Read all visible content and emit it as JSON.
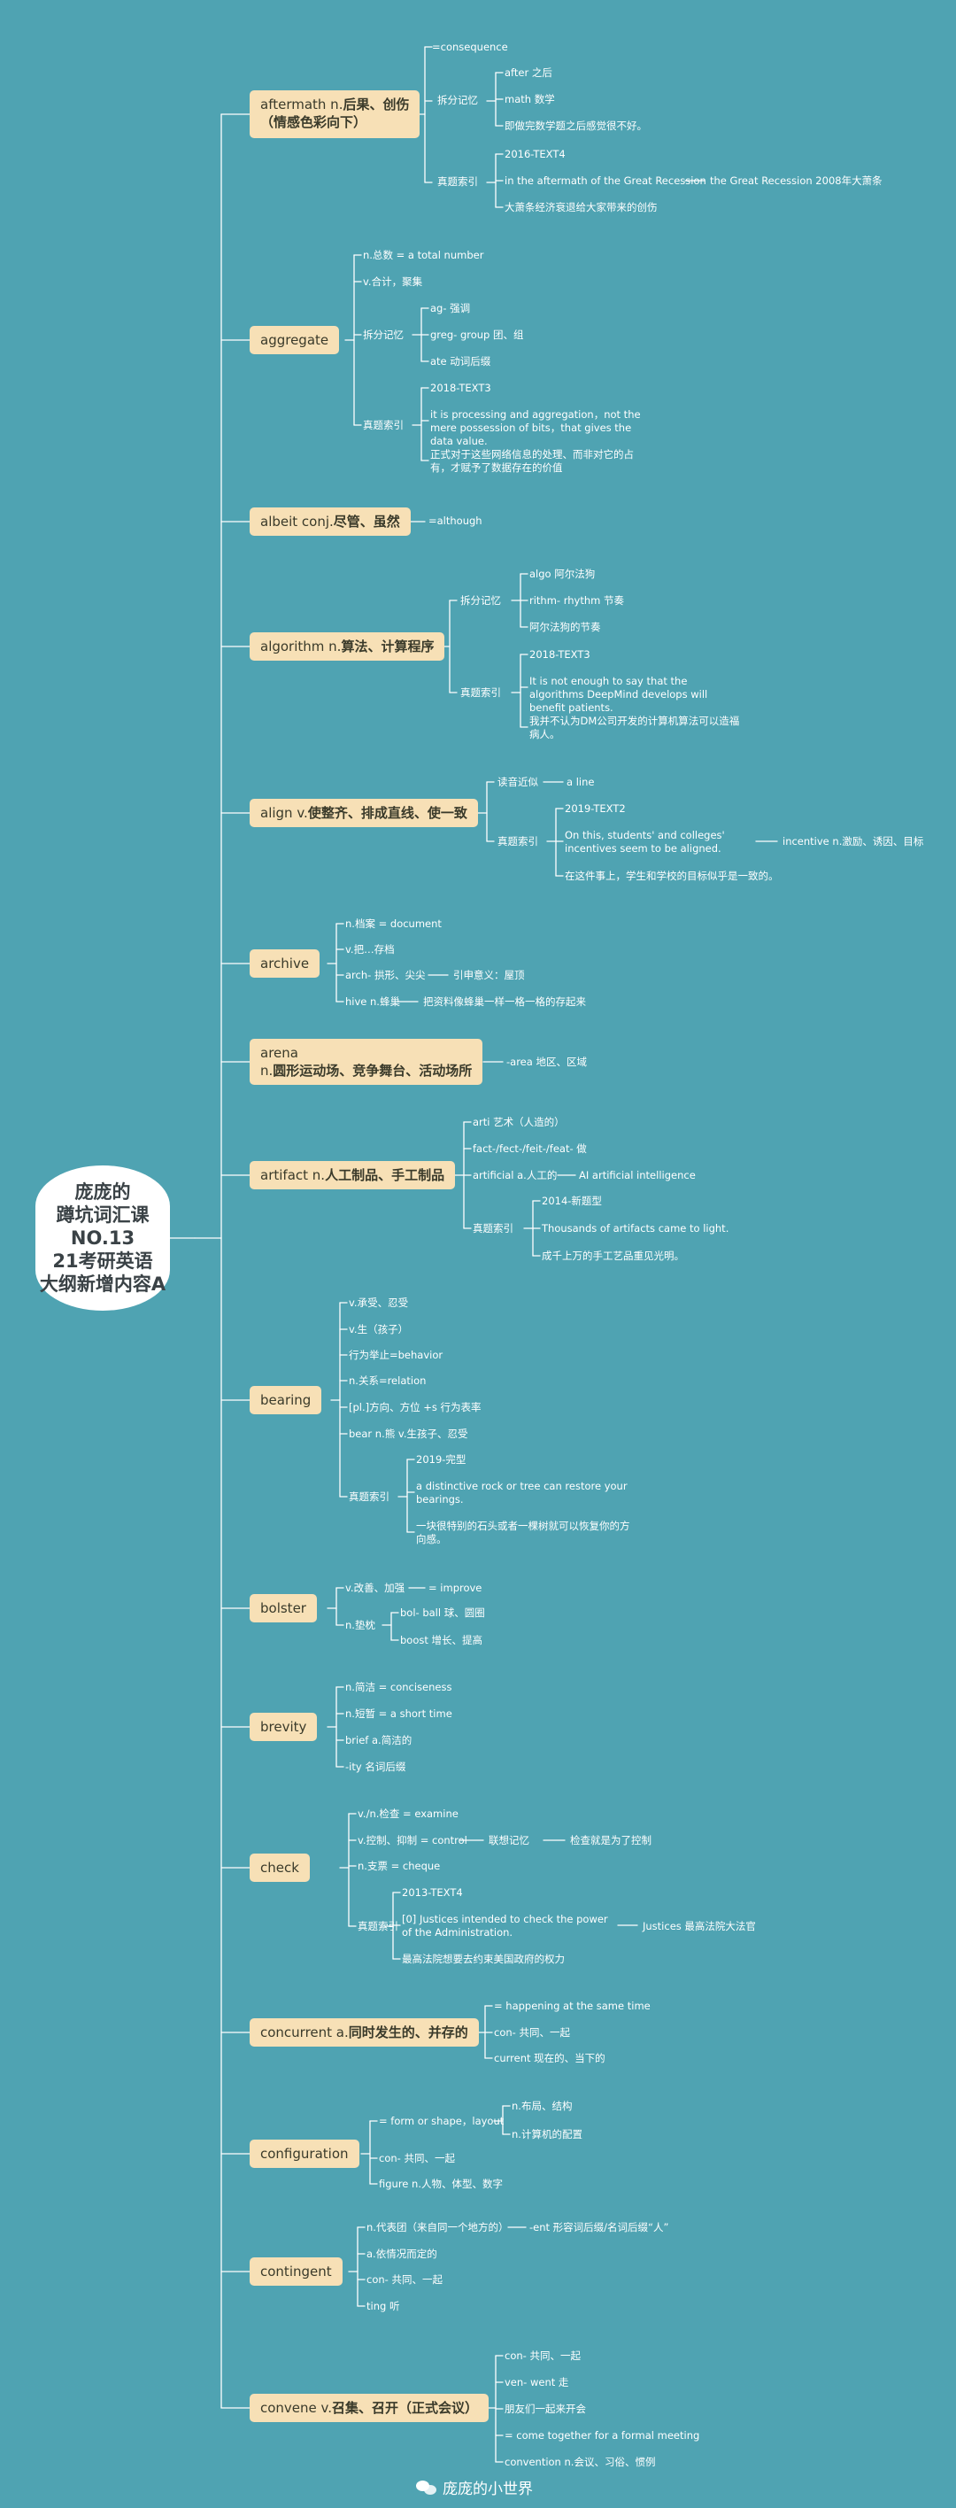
{
  "root": {
    "line1": "庞庞的",
    "line2": "蹲坑词汇课",
    "line3": "NO.13",
    "line4": "21考研英语",
    "line5": "大纲新增内容A"
  },
  "words": {
    "aftermath": {
      "en": "aftermath n.",
      "zh1": "后果、创伤",
      "zh2": "（情感色彩向下）",
      "syn": "=consequence",
      "mem": "拆分记忆",
      "mem1": "after 之后",
      "mem2": "math 数学",
      "mem3": "即做完数学题之后感觉很不好。",
      "exam": "真题索引",
      "ex1": "2016-TEXT4",
      "ex2": "in the aftermath of the Great Recession",
      "ex2b": "the Great Recession 2008年大萧条",
      "ex3": "大萧条经济衰退给大家带来的创伤"
    },
    "aggregate": {
      "en": "aggregate",
      "d1": "n.总数 = a total number",
      "d2": "v.合计，聚集",
      "mem": "拆分记忆",
      "mem1": "ag- 强调",
      "mem2": "greg- group 团、组",
      "mem3": "ate 动词后缀",
      "exam": "真题索引",
      "ex1": "2018-TEXT3",
      "ex2": "it is processing and aggregation，not the mere possession of bits，that gives the data value.",
      "ex3": "正式对于这些网络信息的处理、而非对它的占有，才赋予了数据存在的价值"
    },
    "albeit": {
      "en": "albeit conj.",
      "zh": "尽管、虽然",
      "syn": "=although"
    },
    "algorithm": {
      "en": "algorithm n.",
      "zh": "算法、计算程序",
      "mem": "拆分记忆",
      "mem1": "algo 阿尔法狗",
      "mem2": "rithm- rhythm 节奏",
      "mem3": "阿尔法狗的节奏",
      "exam": "真题索引",
      "ex1": "2018-TEXT3",
      "ex2": "It is not enough to say that the algorithms DeepMind develops will benefit patients.",
      "ex3": "我并不认为DM公司开发的计算机算法可以造福病人。"
    },
    "align": {
      "en": "align v.",
      "zh": "使整齐、排成直线、使一致",
      "sound": "读音近似",
      "sound1": "a line",
      "exam": "真题索引",
      "ex1": "2019-TEXT2",
      "ex2": "On this, students' and colleges' incentives seem to be aligned.",
      "ex2b": "incentive n.激励、诱因、目标",
      "ex3": "在这件事上，学生和学校的目标似乎是一致的。"
    },
    "archive": {
      "en": "archive",
      "d1": "n.档案 = document",
      "d2": "v.把…存档",
      "d3": "arch- 拱形、尖尖",
      "d3b": "引申意义：屋顶",
      "d4": "hive n.蜂巢",
      "d4b": "把资料像蜂巢一样一格一格的存起来"
    },
    "arena": {
      "en1": "arena",
      "en2": "n.",
      "zh": "圆形运动场、竞争舞台、活动场所",
      "d1": "-area 地区、区域"
    },
    "artifact": {
      "en": "artifact n.",
      "zh": "人工制品、手工制品",
      "d1": "arti 艺术（人造的）",
      "d2": "fact-/fect-/feit-/feat- 做",
      "d3": "artificial a.人工的",
      "d3b": "AI artificial intelligence",
      "exam": "真题索引",
      "ex1": "2014-新题型",
      "ex2": "Thousands of artifacts came to light.",
      "ex3": "成千上万的手工艺品重见光明。"
    },
    "bearing": {
      "en": "bearing",
      "d1": "v.承受、忍受",
      "d2": "v.生（孩子）",
      "d3": "行为举止=behavior",
      "d4": "n.关系=relation",
      "d5": "[pl.]方向、方位 +s 行为表率",
      "d6": "bear n.熊 v.生孩子、忍受",
      "exam": "真题索引",
      "ex1": "2019-完型",
      "ex2": "a distinctive rock or tree can restore your bearings.",
      "ex3": "一块很特别的石头或者一棵树就可以恢复你的方向感。"
    },
    "bolster": {
      "en": "bolster",
      "d1": "v.改善、加强",
      "d1b": "= improve",
      "d2": "n.垫枕",
      "d2a": "bol- ball 球、圆圈",
      "d2b": "boost 增长、提高"
    },
    "brevity": {
      "en": "brevity",
      "d1": "n.简洁 = conciseness",
      "d2": "n.短暂 = a short time",
      "d3": "brief a.简洁的",
      "d4": "-ity 名词后缀"
    },
    "check": {
      "en": "check",
      "d1": "v./n.检查 = examine",
      "d2": "v.控制、抑制 = control",
      "d2b": "联想记忆",
      "d2c": "检查就是为了控制",
      "d3": "n.支票 = cheque",
      "exam": "真题索引",
      "ex1": "2013-TEXT4",
      "ex2": "[0] Justices intended to check the power of the Administration.",
      "ex2b": "Justices 最高法院大法官",
      "ex3": "最高法院想要去约束美国政府的权力"
    },
    "concurrent": {
      "en": "concurrent a.",
      "zh": "同时发生的、并存的",
      "d1": "= happening at the same time",
      "d2": "con- 共同、一起",
      "d3": "current 现在的、当下的"
    },
    "configuration": {
      "en": "configuration",
      "d1": "= form or shape，layout",
      "d1a": "n.布局、结构",
      "d1b": "n.计算机的配置",
      "d2": "con- 共同、一起",
      "d3": "figure n.人物、体型、数字"
    },
    "contingent": {
      "en": "contingent",
      "d1": "n.代表团（来自同一个地方的）",
      "d1b": "-ent 形容词后缀/名词后缀“人”",
      "d2": "a.依情况而定的",
      "d3": "con- 共同、一起",
      "d4": "ting 听"
    },
    "convene": {
      "en": "convene v.",
      "zh": "召集、召开（正式会议）",
      "d1": "con- 共同、一起",
      "d2": "ven- went 走",
      "d3": "朋友们一起来开会",
      "d4": "= come together for a formal meeting",
      "d5": "convention n.会议、习俗、惯例"
    }
  },
  "footer": {
    "text": "庞庞的小世界",
    "icon": "wechat-icon"
  },
  "colors": {
    "background": "#4fa3b2",
    "node": "#f7e0b6",
    "line": "#ffffff",
    "root_text": "#3a4246"
  }
}
